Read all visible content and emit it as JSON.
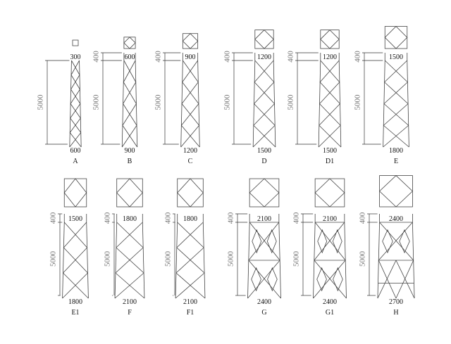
{
  "dimension_labels": {
    "body_height": "5000",
    "header_height": "400"
  },
  "towers": [
    {
      "label": "A",
      "top": "300",
      "bottom": "600",
      "header": false,
      "panels": 6,
      "style": "x",
      "row": 0
    },
    {
      "label": "B",
      "top": "600",
      "bottom": "900",
      "header": true,
      "panels": 4,
      "style": "x",
      "row": 0
    },
    {
      "label": "C",
      "top": "900",
      "bottom": "1200",
      "header": true,
      "panels": 4,
      "style": "x",
      "row": 0
    },
    {
      "label": "D",
      "top": "1200",
      "bottom": "1500",
      "header": true,
      "panels": 4,
      "style": "x",
      "row": 0
    },
    {
      "label": "D1",
      "top": "1200",
      "bottom": "1500",
      "header": true,
      "panels": 4,
      "style": "x",
      "row": 0
    },
    {
      "label": "E",
      "top": "1500",
      "bottom": "1800",
      "header": true,
      "panels": 4,
      "style": "x",
      "row": 0
    },
    {
      "label": "E1",
      "top": "1500",
      "bottom": "1800",
      "header": true,
      "panels": 3,
      "style": "x",
      "row": 1
    },
    {
      "label": "F",
      "top": "1800",
      "bottom": "2100",
      "header": true,
      "panels": 3,
      "style": "x",
      "row": 1
    },
    {
      "label": "F1",
      "top": "1800",
      "bottom": "2100",
      "header": true,
      "panels": 3,
      "style": "x",
      "row": 1
    },
    {
      "label": "G",
      "top": "2100",
      "bottom": "2400",
      "header": true,
      "panels": 2,
      "style": "k",
      "row": 1
    },
    {
      "label": "G1",
      "top": "2100",
      "bottom": "2400",
      "header": true,
      "panels": 2,
      "style": "k",
      "row": 1
    },
    {
      "label": "H",
      "top": "2400",
      "bottom": "2700",
      "header": true,
      "panels": 2,
      "style": "h",
      "row": 1
    }
  ]
}
